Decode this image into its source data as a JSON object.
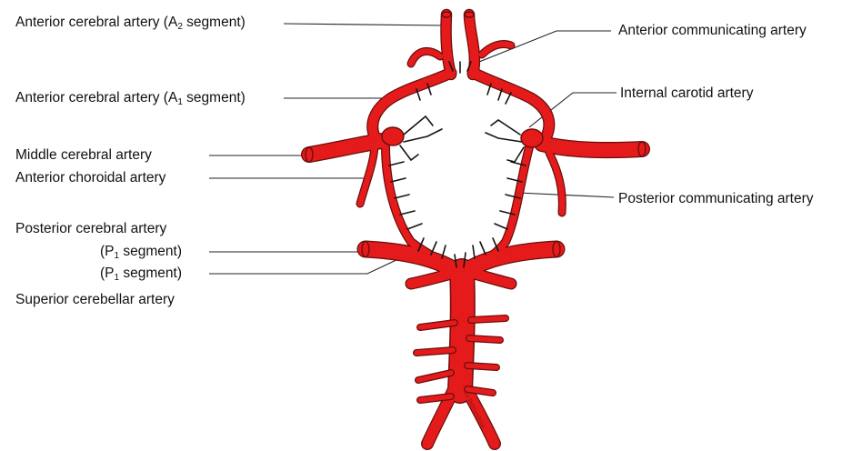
{
  "labels": {
    "aca_a2_pre": "Anterior cerebral artery (A",
    "aca_a2_sub": "2",
    "aca_a2_post": " segment)",
    "acom": "Anterior communicating artery",
    "aca_a1_pre": "Anterior cerebral artery (A",
    "aca_a1_sub": "1",
    "aca_a1_post": " segment)",
    "ica": "Internal carotid  artery",
    "mca": "Middle cerebral artery",
    "acha": "Anterior choroidal artery",
    "pcom": "Posterior communicating artery",
    "pca": "Posterior cerebral artery",
    "p1a_pre": "(P",
    "p1a_sub": "1",
    "p1a_post": " segment)",
    "p1b_pre": "(P",
    "p1b_sub": "1",
    "p1b_post": " segment)",
    "sca": "Superior cerebellar artery"
  },
  "colors": {
    "artery_fill": "#e51b1b",
    "artery_outline": "#6b0d0d",
    "leader_line": "#222222",
    "text": "#111111"
  }
}
